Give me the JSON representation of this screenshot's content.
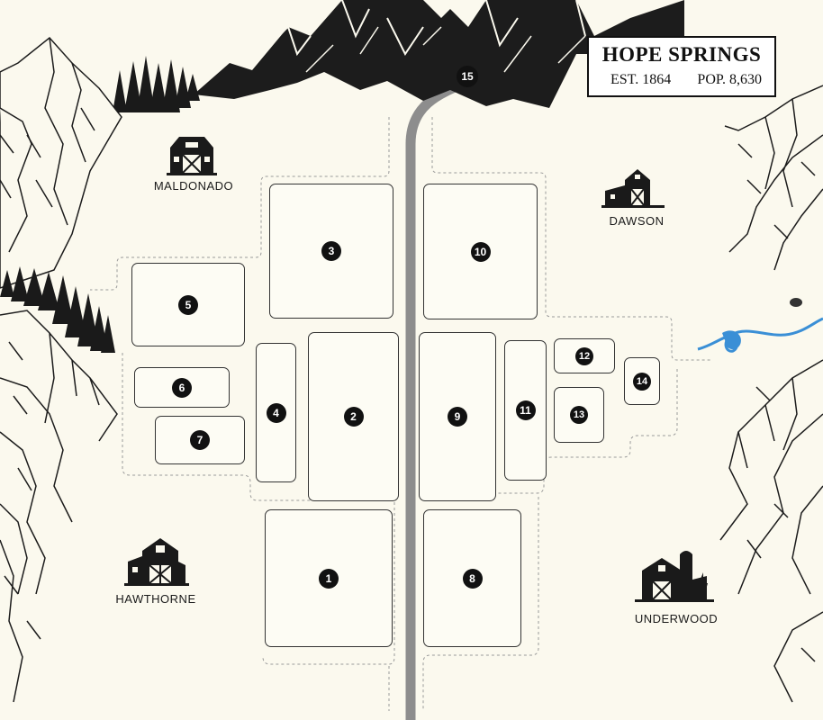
{
  "town": {
    "name": "HOPE SPRINGS",
    "established": "EST. 1864",
    "population": "POP. 8,630"
  },
  "farms": [
    {
      "id": "maldonado",
      "label": "MALDONADO",
      "icon": "barn-icon"
    },
    {
      "id": "dawson",
      "label": "DAWSON",
      "icon": "barn-icon"
    },
    {
      "id": "hawthorne",
      "label": "HAWTHORNE",
      "icon": "farmhouse-icon"
    },
    {
      "id": "underwood",
      "label": "UNDERWOOD",
      "icon": "farmhouse-silo-icon"
    }
  ],
  "lots": [
    "1",
    "2",
    "3",
    "4",
    "5",
    "6",
    "7",
    "8",
    "9",
    "10",
    "11",
    "12",
    "13",
    "14"
  ],
  "road": {
    "number": "15"
  },
  "colors": {
    "background": "#fbf9ee",
    "road": "#8a8a8a",
    "river": "#3a8fd6",
    "ink": "#111111"
  }
}
